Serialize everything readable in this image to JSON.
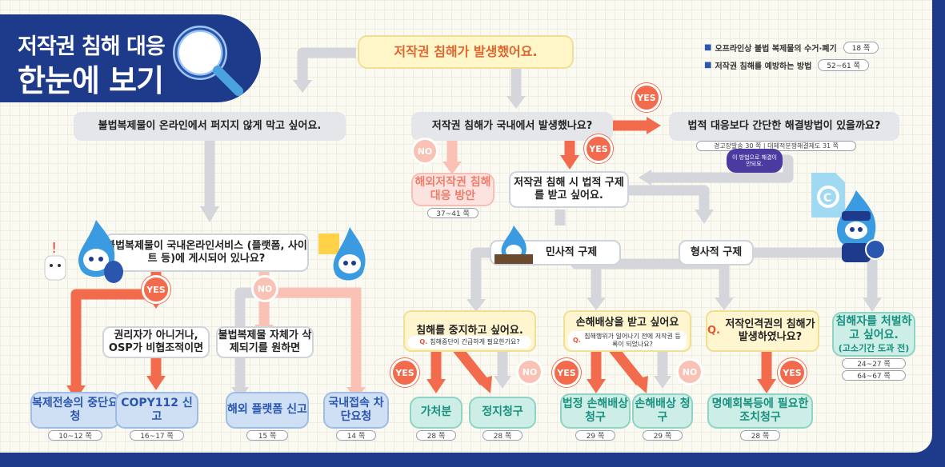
{
  "title": {
    "line1": "저작권 침해 대응",
    "line2": "한눈에 보기"
  },
  "start": {
    "text": "저작권 침해가 발생했어요."
  },
  "info_links": [
    {
      "label": "오프라인상 불법 복제물의 수거·폐기",
      "page": "18 쪽"
    },
    {
      "label": "저작권 침해를 예방하는 방법",
      "page": "52~61 쪽"
    }
  ],
  "q_domestic": "저작권 침해가 국내에서 발생했나요?",
  "q_simple": "법적 대응보다 간단한 해결방법이 있을까요?",
  "simple_refs": "경고장발송  30 쪽  |  대체적분쟁해결제도  31 쪽",
  "bubble": "이 방법으로 해결이 안되요.",
  "overseas": {
    "title": "해외저작권 침해 대응 방안",
    "page": "37~41 쪽"
  },
  "q_legal": "저작권 침해 시 법적 구제를 받고 싶어요.",
  "civil": "민사적 구제",
  "criminal": "형사적 구제",
  "q_online_block": "불법복제물이 온라인에서 퍼지지 않게 막고 싶어요.",
  "q_online_service": "불법복제물이 국내온라인서비스 (플랫폼, 사이트 등)에 게시되어 있나요?",
  "q_not_owner": "권리자가 아니거나, OSP가 비협조적이면",
  "q_delete": "불법복제물 자체가 삭제되기를 원하면",
  "q_stop": "침해를 중지하고 싶어요.",
  "q_stop_sub": "침해중단이 긴급하게 필요한가요?",
  "q_damages": "손해배상을 받고 싶어요",
  "q_damages_sub": "침해행위가 일어나기 전에 저작권 등록이 되었나요?",
  "q_moral": "저작인격권의 침해가 발생하였나요?",
  "q_prefix": "Q.",
  "yes": "YES",
  "no": "NO",
  "results": [
    {
      "label": "복제전송의 중단요청",
      "page": "10~12 쪽"
    },
    {
      "label": "COPY112 신고",
      "page": "16~17 쪽"
    },
    {
      "label": "해외 플랫폼 신고",
      "page": "15 쪽"
    },
    {
      "label": "국내접속 차단요청",
      "page": "14 쪽"
    },
    {
      "label": "가처분",
      "page": "28 쪽"
    },
    {
      "label": "정지청구",
      "page": "28 쪽"
    },
    {
      "label": "법정 손해배상청구",
      "page": "29 쪽"
    },
    {
      "label": "손해배상 청구",
      "page": "29 쪽"
    },
    {
      "label": "명예회복등에 필요한 조치청구",
      "page": "28 쪽"
    }
  ],
  "punish": {
    "title": "침해자를 처벌하고 싶어요.",
    "sub": "(고소기간 도과 전)",
    "pages": [
      "24~27 쪽",
      "64~67 쪽"
    ]
  },
  "colors": {
    "navy": "#1e3a8a",
    "orange": "#f26b4c",
    "light_orange": "#f9c2b5",
    "grey_arrow": "#d4d6db",
    "accent_green": "#17907e",
    "accent_blue": "#2a56b0"
  }
}
